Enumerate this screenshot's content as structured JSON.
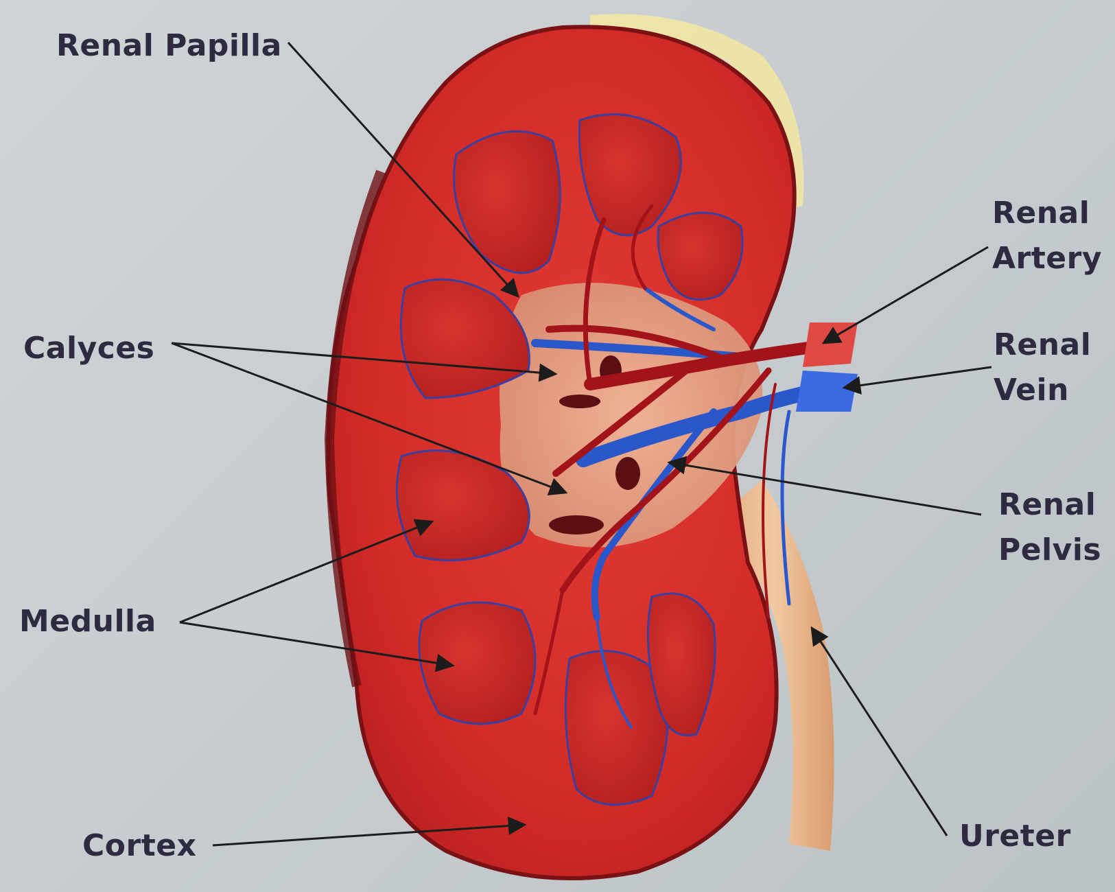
{
  "labels": {
    "renal_papilla": "Renal Papilla",
    "calyces": "Calyces",
    "medulla": "Medulla",
    "cortex": "Cortex",
    "renal_artery": [
      "Renal",
      "Artery"
    ],
    "renal_vein": [
      "Renal",
      "Vein"
    ],
    "renal_pelvis": [
      "Renal",
      "Pelvis"
    ],
    "ureter": "Ureter"
  },
  "colors": {
    "background": "#c9cfd2",
    "kidney_red": "#cc2a26",
    "kidney_dark": "#8f1518",
    "vein_blue": "#2a57c9",
    "ureter_tan": "#e8b98c",
    "fat_yellow": "#efe6a4",
    "label_text": "#2e2a3f"
  }
}
